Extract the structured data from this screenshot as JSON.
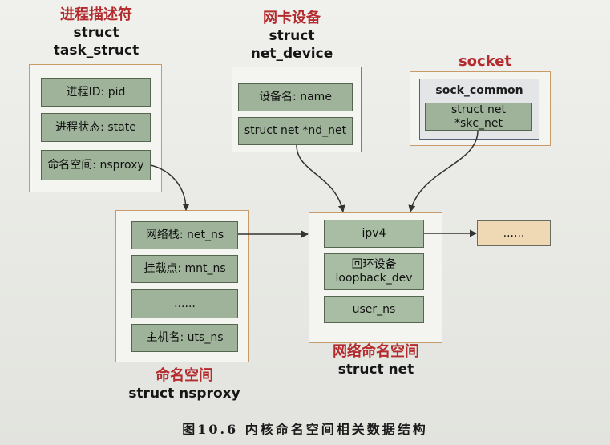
{
  "task_struct": {
    "title_cn": "进程描述符",
    "title_en_1": "struct",
    "title_en_2": "task_struct",
    "fields": [
      "进程ID: pid",
      "进程状态: state",
      "命名空间: nsproxy"
    ]
  },
  "net_device": {
    "title_cn": "网卡设备",
    "title_en_1": "struct",
    "title_en_2": "net_device",
    "fields": [
      "设备名: name",
      "struct net *nd_net"
    ]
  },
  "socket": {
    "title": "socket",
    "sock_common": "sock_common",
    "field": "struct net *skc_net"
  },
  "nsproxy": {
    "fields": [
      "网络栈: net_ns",
      "挂载点: mnt_ns",
      "......",
      "主机名: uts_ns"
    ],
    "label_cn": "命名空间",
    "label_en": "struct nsproxy"
  },
  "net": {
    "fields": [
      "ipv4",
      "回环设备",
      "loopback_dev",
      "user_ns"
    ],
    "label_cn": "网络命名空间",
    "label_en": "struct net"
  },
  "ipv4_target": "......",
  "caption": "图10.6   内核命名空间相关数据结构",
  "colors": {
    "title_red": "#b42b2e",
    "field_green": "#9eb39a",
    "peach": "#efd9b5",
    "box_orange": "#c89a6a",
    "box_purple": "#a06a90"
  }
}
